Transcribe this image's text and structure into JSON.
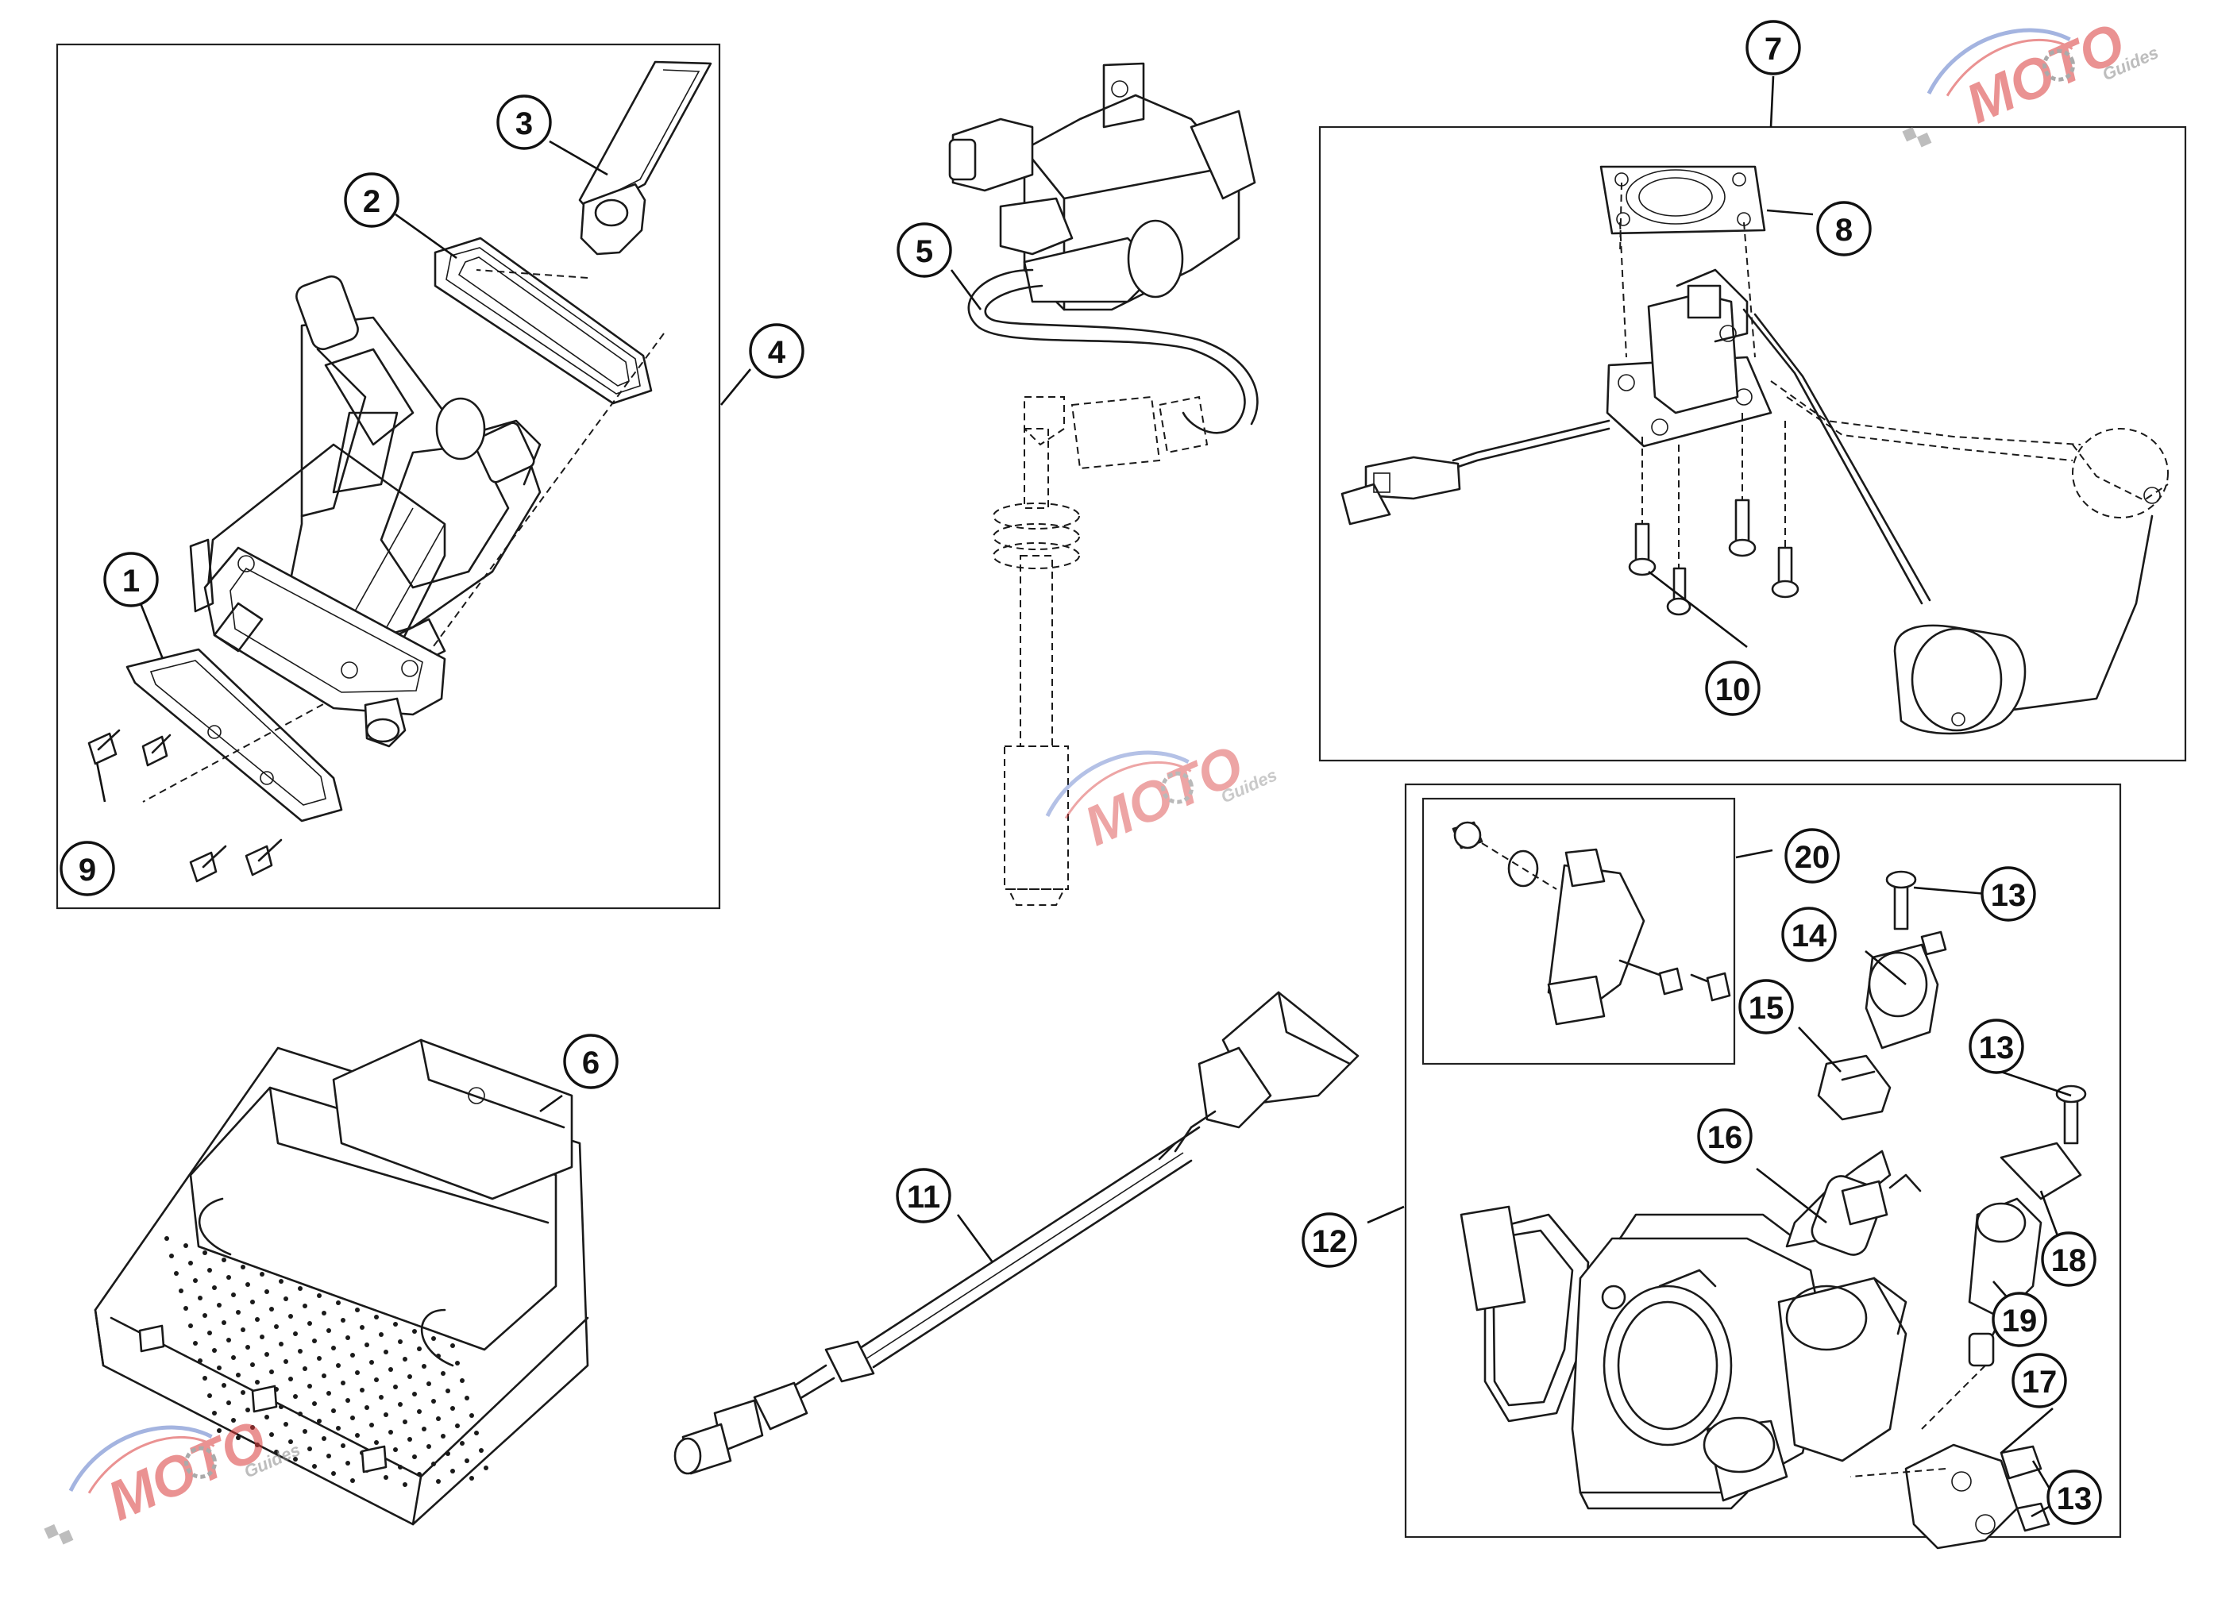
{
  "callouts": [
    {
      "id": "c1",
      "label": "1"
    },
    {
      "id": "c2",
      "label": "2"
    },
    {
      "id": "c3",
      "label": "3"
    },
    {
      "id": "c4",
      "label": "4"
    },
    {
      "id": "c5",
      "label": "5"
    },
    {
      "id": "c6",
      "label": "6"
    },
    {
      "id": "c7",
      "label": "7"
    },
    {
      "id": "c8",
      "label": "8"
    },
    {
      "id": "c9",
      "label": "9"
    },
    {
      "id": "c10",
      "label": "10"
    },
    {
      "id": "c11",
      "label": "11"
    },
    {
      "id": "c12",
      "label": "12"
    },
    {
      "id": "c13a",
      "label": "13"
    },
    {
      "id": "c13b",
      "label": "13"
    },
    {
      "id": "c13c",
      "label": "13"
    },
    {
      "id": "c14",
      "label": "14"
    },
    {
      "id": "c15",
      "label": "15"
    },
    {
      "id": "c16",
      "label": "16"
    },
    {
      "id": "c17",
      "label": "17"
    },
    {
      "id": "c18",
      "label": "18"
    },
    {
      "id": "c19",
      "label": "19"
    },
    {
      "id": "c20",
      "label": "20"
    }
  ],
  "watermark": {
    "brand": "MOTO",
    "sub": "Guides",
    "accent": "#d93a3a",
    "secondary": "#5a78c8"
  },
  "colors": {
    "line": "#1a1a1a",
    "background": "#ffffff"
  }
}
